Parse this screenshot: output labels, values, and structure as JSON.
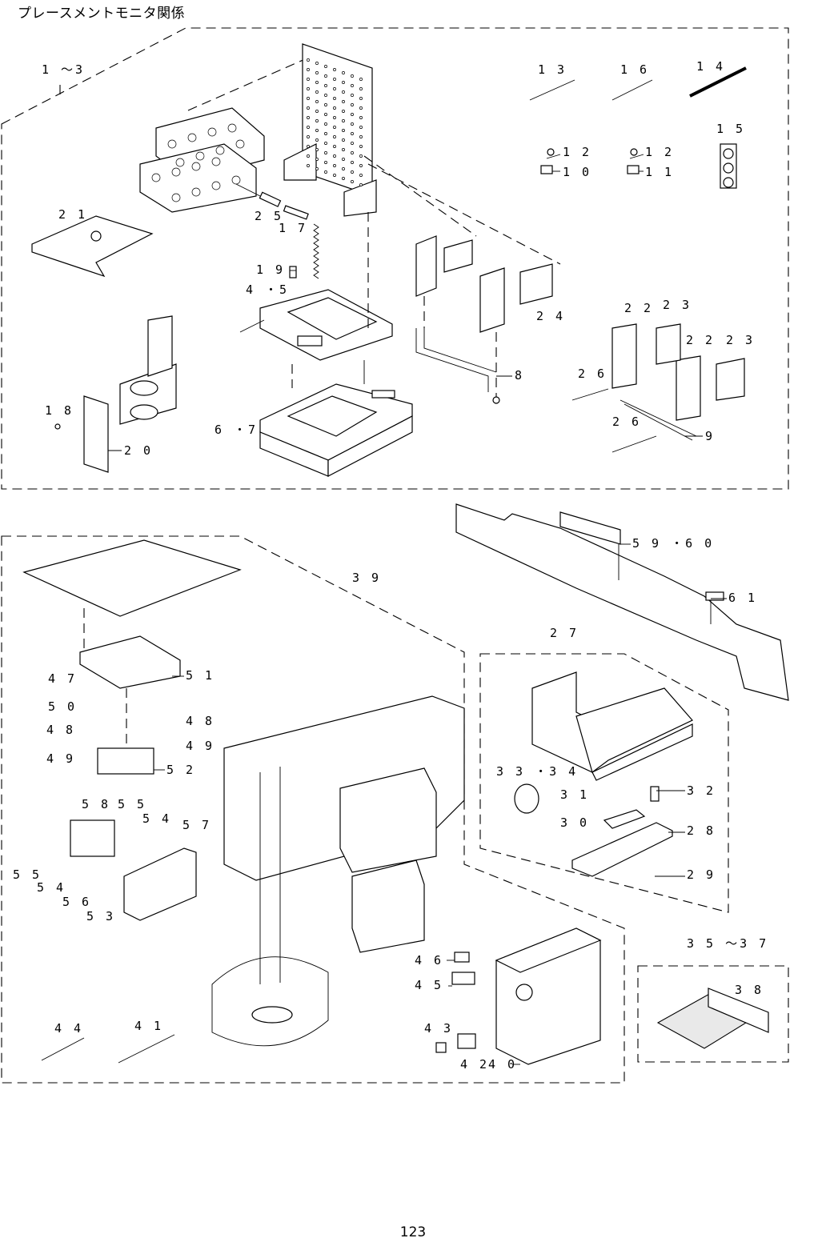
{
  "page": {
    "title": "プレースメントモニタ関係",
    "page_number": "123"
  },
  "callouts": {
    "c1_3": "1 ～3",
    "c4_5": "4 ・5",
    "c6_7": "6 ・7",
    "c8": "8",
    "c9": "9",
    "c10": "1 0",
    "c11": "1 1",
    "c12a": "1 2",
    "c12b": "1 2",
    "c13": "1 3",
    "c14": "1 4",
    "c15": "1 5",
    "c16": "1 6",
    "c17": "1 7",
    "c18": "1 8",
    "c19": "1 9",
    "c20": "2 0",
    "c21": "2 1",
    "c22a": "2 2",
    "c22b": "2 2",
    "c23a": "2 3",
    "c23b": "2 3",
    "c24": "2 4",
    "c25": "2 5",
    "c26a": "2 6",
    "c26b": "2 6",
    "c27": "2 7",
    "c28": "2 8",
    "c29": "2 9",
    "c30": "3 0",
    "c31": "3 1",
    "c32": "3 2",
    "c33_34": "3 3 ・3 4",
    "c35_37": "3 5 ～3 7",
    "c38": "3 8",
    "c39": "3 9",
    "c40": "4 0",
    "c41": "4 1",
    "c42": "4 2",
    "c43": "4 3",
    "c44": "4 4",
    "c45": "4 5",
    "c46": "4 6",
    "c47": "4 7",
    "c48a": "4 8",
    "c48b": "4 8",
    "c49a": "4 9",
    "c49b": "4 9",
    "c50": "5 0",
    "c51": "5 1",
    "c52": "5 2",
    "c53": "5 3",
    "c54a": "5 4",
    "c54b": "5 4",
    "c55a": "5 5",
    "c55b": "5 5",
    "c56": "5 6",
    "c57": "5 7",
    "c58": "5 8",
    "c59_60": "5 9 ・6 0",
    "c61": "6 1"
  }
}
